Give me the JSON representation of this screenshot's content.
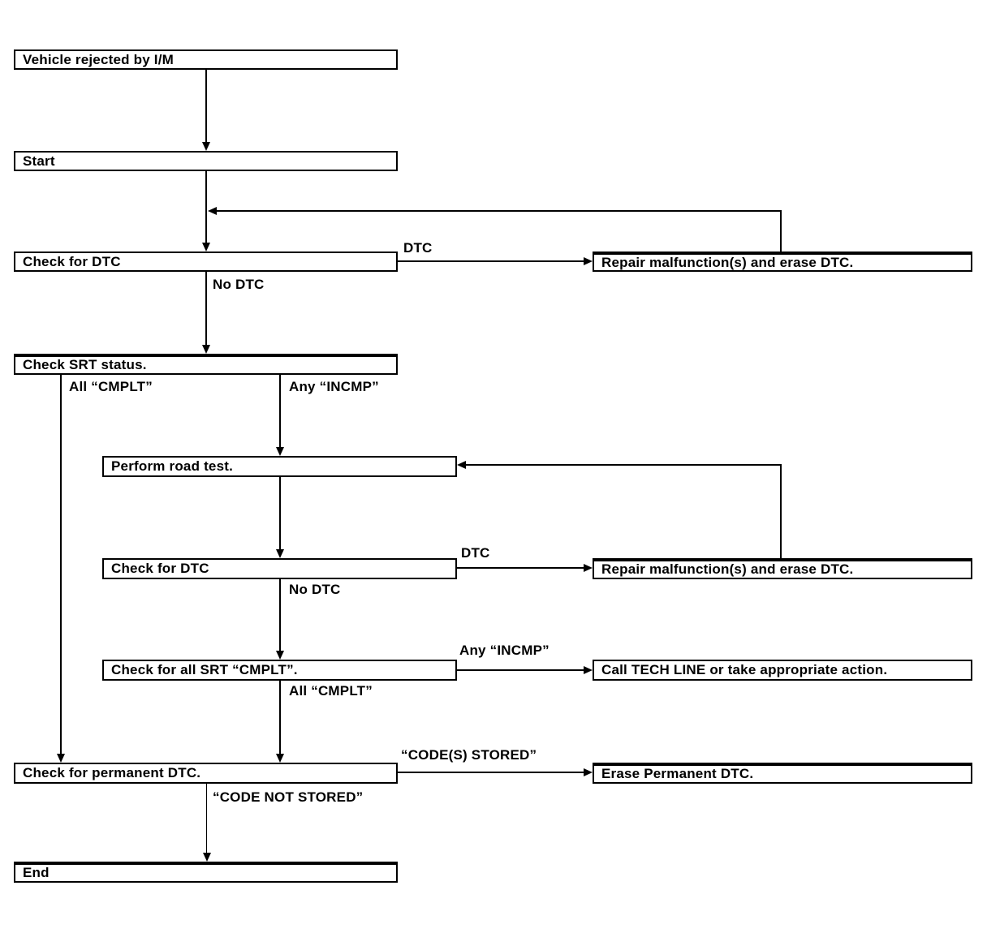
{
  "diagram": {
    "title": "Vehicle I/M rejection diagnostic flowchart",
    "colors": {
      "background": "#ffffff",
      "line": "#000000",
      "text": "#000000",
      "box_fill": "#ffffff"
    },
    "boxes": [
      {
        "id": "vehicle-rejected",
        "label": "Vehicle rejected by I/M"
      },
      {
        "id": "start",
        "label": "Start"
      },
      {
        "id": "check-dtc-1",
        "label": "Check for DTC"
      },
      {
        "id": "repair-1",
        "label": "Repair malfunction(s) and erase DTC."
      },
      {
        "id": "check-srt-status",
        "label": "Check SRT status."
      },
      {
        "id": "perform-road-test",
        "label": "Perform road test."
      },
      {
        "id": "check-dtc-2",
        "label": "Check for DTC"
      },
      {
        "id": "repair-2",
        "label": "Repair malfunction(s) and erase DTC."
      },
      {
        "id": "check-all-srt-cmplt",
        "label": "Check for all SRT “CMPLT”."
      },
      {
        "id": "call-tech-line",
        "label": "Call TECH LINE or take appropriate action."
      },
      {
        "id": "check-permanent-dtc",
        "label": "Check for permanent DTC."
      },
      {
        "id": "erase-permanent-dtc",
        "label": "Erase Permanent DTC."
      },
      {
        "id": "end",
        "label": "End"
      }
    ],
    "labels": [
      {
        "id": "dtc-1",
        "text": "DTC"
      },
      {
        "id": "no-dtc-1",
        "text": "No DTC"
      },
      {
        "id": "all-cmplt-1",
        "text": "All “CMPLT”"
      },
      {
        "id": "any-incmp-1",
        "text": "Any “INCMP”"
      },
      {
        "id": "dtc-2",
        "text": "DTC"
      },
      {
        "id": "no-dtc-2",
        "text": "No DTC"
      },
      {
        "id": "any-incmp-2",
        "text": "Any “INCMP”"
      },
      {
        "id": "all-cmplt-2",
        "text": "All “CMPLT”"
      },
      {
        "id": "codes-stored",
        "text": "“CODE(S) STORED”"
      },
      {
        "id": "code-not-stored",
        "text": "“CODE NOT STORED”"
      }
    ]
  }
}
